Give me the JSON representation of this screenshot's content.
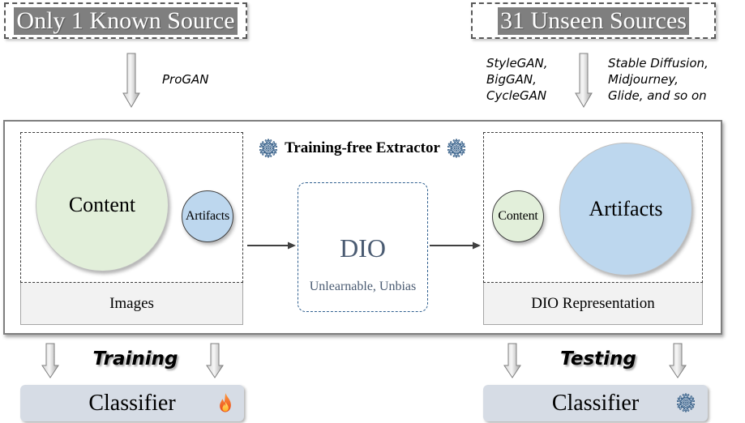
{
  "sources": {
    "known_label": "Only 1 Known Source",
    "unseen_label": "31 Unseen Sources"
  },
  "generators": {
    "known": [
      "ProGAN"
    ],
    "unseen_gan": [
      "StyleGAN,",
      "BigGAN,",
      "CycleGAN"
    ],
    "unseen_diffusion": [
      "Stable Diffusion,",
      "Midjourney,",
      "Glide, and so on"
    ]
  },
  "extractor": {
    "title": "Training-free Extractor",
    "name": "DIO",
    "properties": "Unlearnable, Unbias",
    "icon": "snowflake-icon"
  },
  "input_panel": {
    "content": "Content",
    "artifacts": "Artifacts",
    "label": "Images"
  },
  "output_panel": {
    "content": "Content",
    "artifacts": "Artifacts",
    "label": "DIO Representation"
  },
  "phases": {
    "training": "Training",
    "testing": "Testing"
  },
  "classifiers": {
    "training": {
      "label": "Classifier",
      "icon": "fire-icon"
    },
    "testing": {
      "label": "Classifier",
      "icon": "snowflake-icon"
    }
  },
  "colors": {
    "source_label_bg": "#7f7f7f",
    "content_fill": "#e2efda",
    "artifacts_fill": "#bdd7ee",
    "panel_label_fill": "#f2f2f2",
    "classifier_fill": "#d6dce5",
    "dio_text": "#4a5b72",
    "dio_border": "#2f5f8f",
    "snowflake": "#2b557f",
    "flame": "#e8461b"
  }
}
